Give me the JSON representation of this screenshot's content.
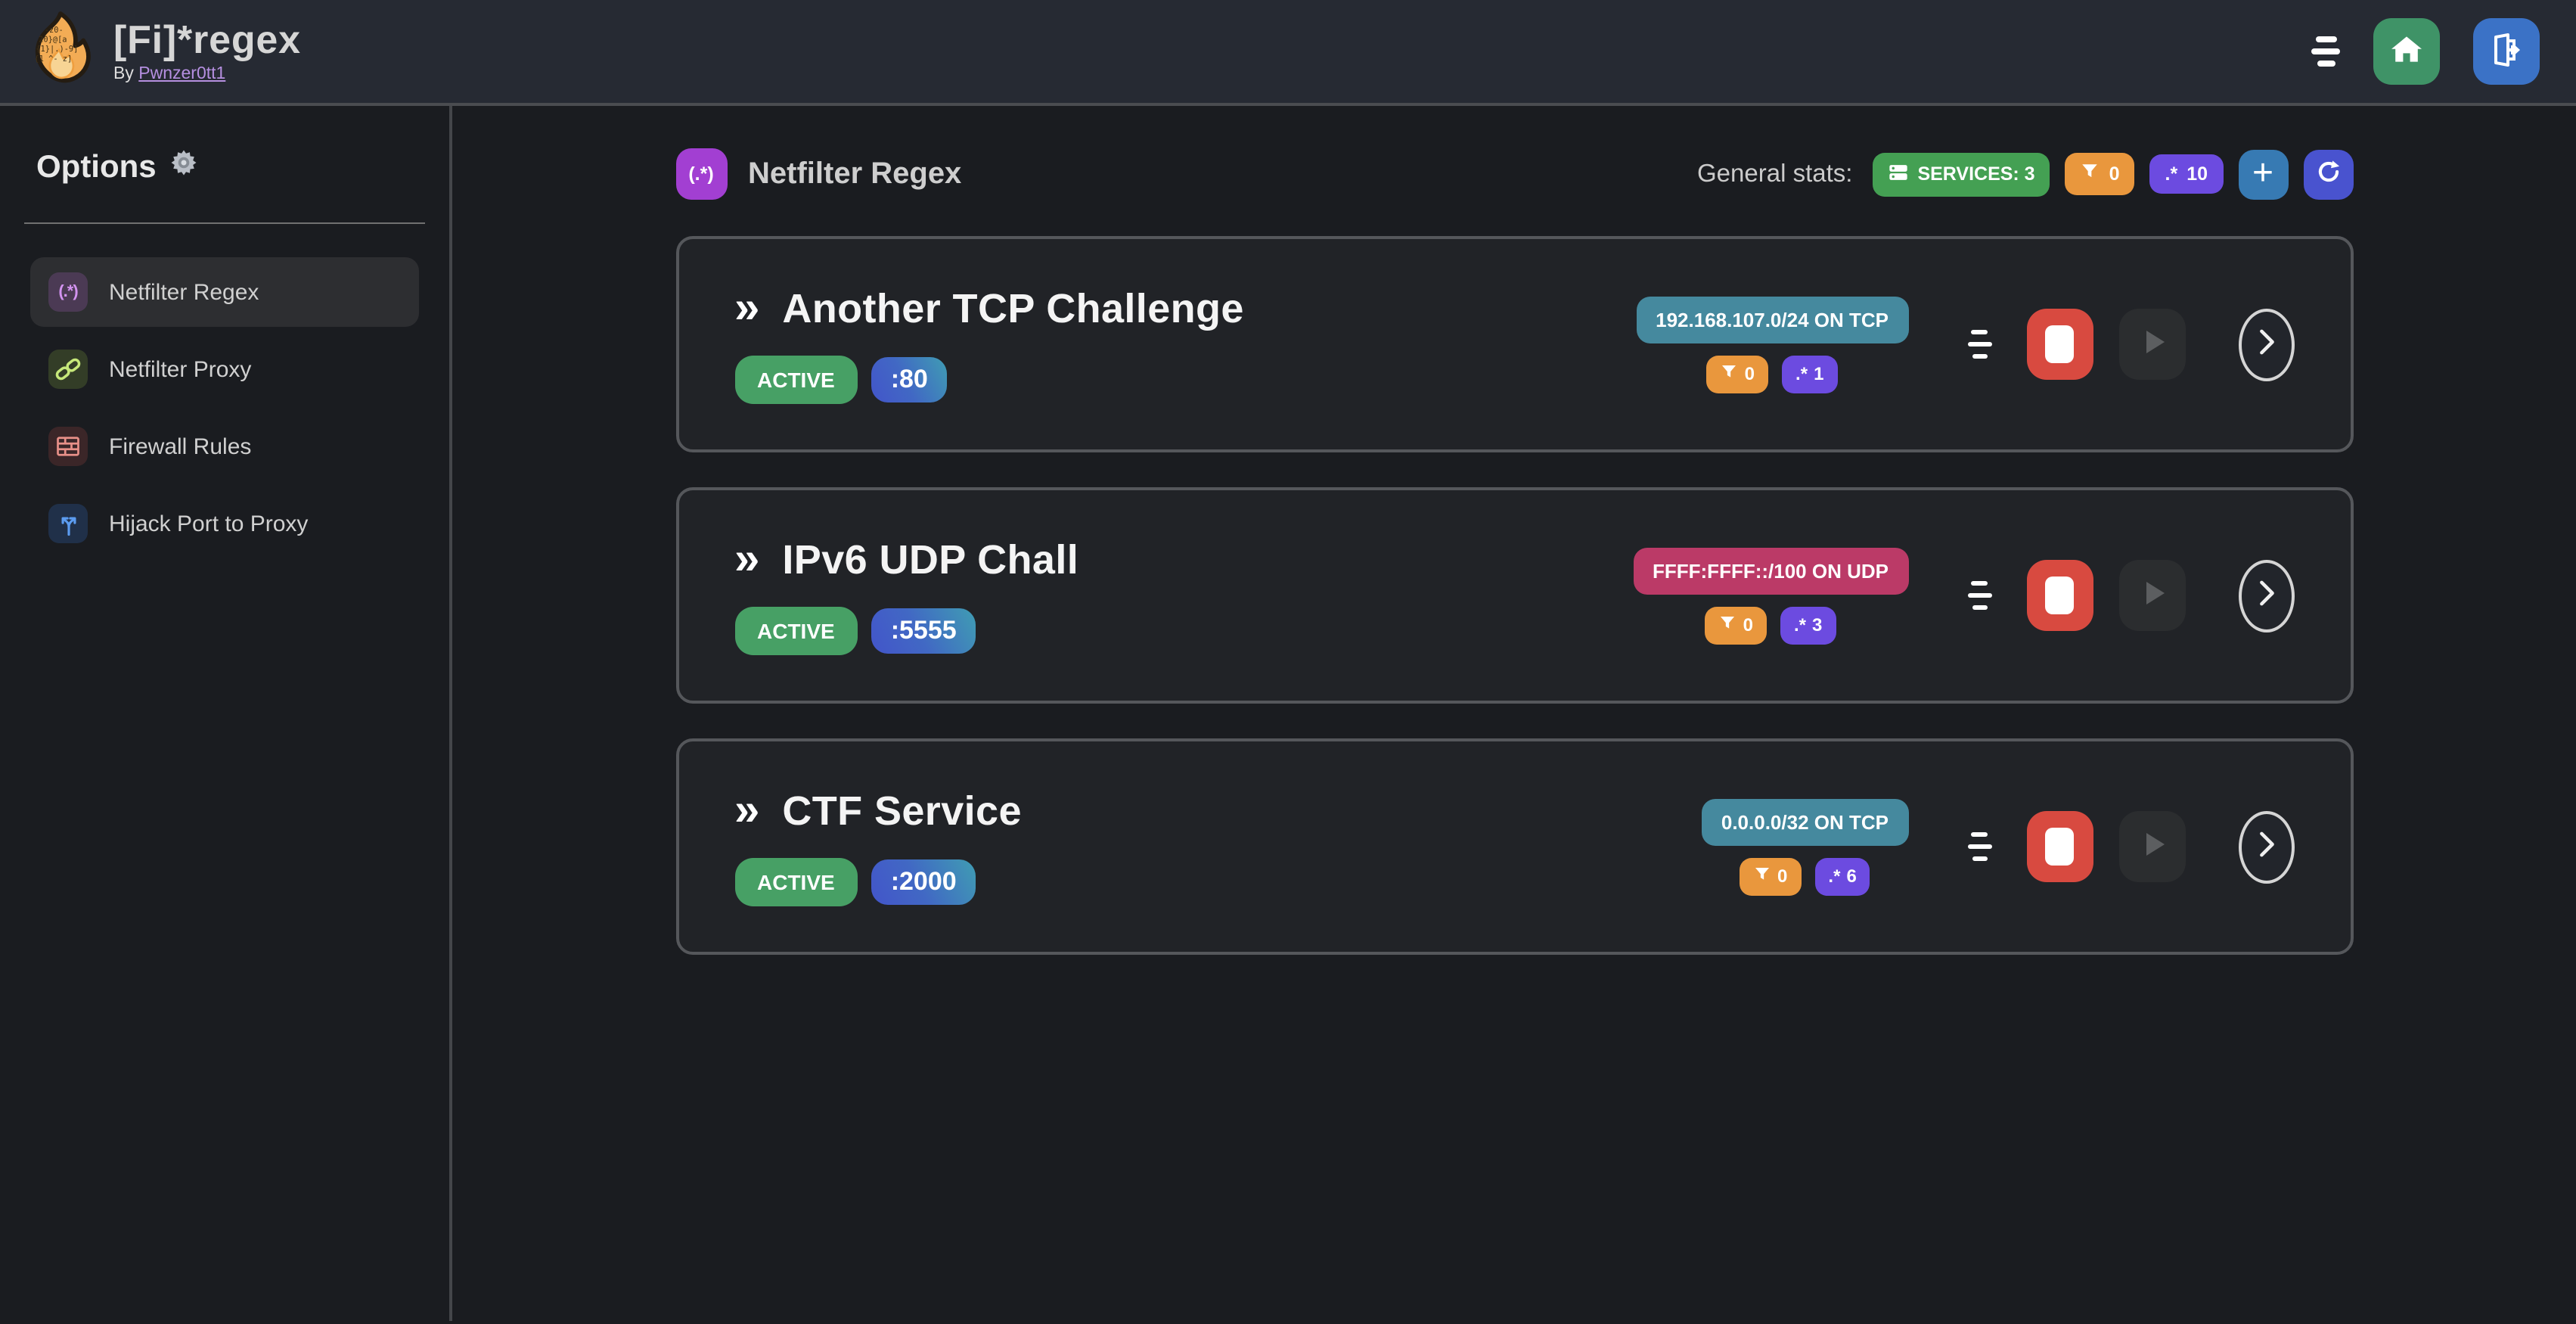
{
  "topbar": {
    "title": "[Fi]*regex",
    "byline_prefix": "By",
    "byline_link": "Pwnzer0tt1"
  },
  "sidebar": {
    "heading": "Options",
    "items": [
      {
        "label": "Netfilter Regex",
        "icon": "regex-icon",
        "active": true
      },
      {
        "label": "Netfilter Proxy",
        "icon": "chain-icon",
        "active": false
      },
      {
        "label": "Firewall Rules",
        "icon": "bricks-icon",
        "active": false
      },
      {
        "label": "Hijack Port to Proxy",
        "icon": "split-arrows-icon",
        "active": false
      }
    ],
    "regex_icon_text": "(.*)"
  },
  "main": {
    "heading": "Netfilter Regex",
    "heading_icon_text": "(.*)",
    "stats_label": "General stats:",
    "stats": {
      "services": "SERVICES: 3",
      "filters": "0",
      "regexes": "10",
      "regex_glyph": ".*"
    },
    "card_marker": "»"
  },
  "services": [
    {
      "name": "Another TCP Challenge",
      "status": "ACTIVE",
      "port": ":80",
      "cidr": "192.168.107.0/24 ON TCP",
      "cidr_style": "teal",
      "filters": "0",
      "regexes": "1",
      "regex_glyph": ".*"
    },
    {
      "name": "IPv6 UDP Chall",
      "status": "ACTIVE",
      "port": ":5555",
      "cidr": "FFFF:FFFF::/100 ON UDP",
      "cidr_style": "pink",
      "filters": "0",
      "regexes": "3",
      "regex_glyph": ".*"
    },
    {
      "name": "CTF Service",
      "status": "ACTIVE",
      "port": ":2000",
      "cidr": "0.0.0.0/32 ON TCP",
      "cidr_style": "teal",
      "filters": "0",
      "regexes": "6",
      "regex_glyph": ".*"
    }
  ],
  "colors": {
    "active_green": "#47a065",
    "stats_green": "#44a053",
    "filter_orange": "#e9973d",
    "regex_purple": "#6c4be0",
    "cidr_teal": "#45899e",
    "cidr_pink": "#bb3a67",
    "stop_red": "#d84a40",
    "header_purple": "#a23fd2",
    "home_green": "#3f9367",
    "logout_blue": "#3b72c6",
    "plus_blue": "#377ab3",
    "refresh_indigo": "#4953cf"
  }
}
